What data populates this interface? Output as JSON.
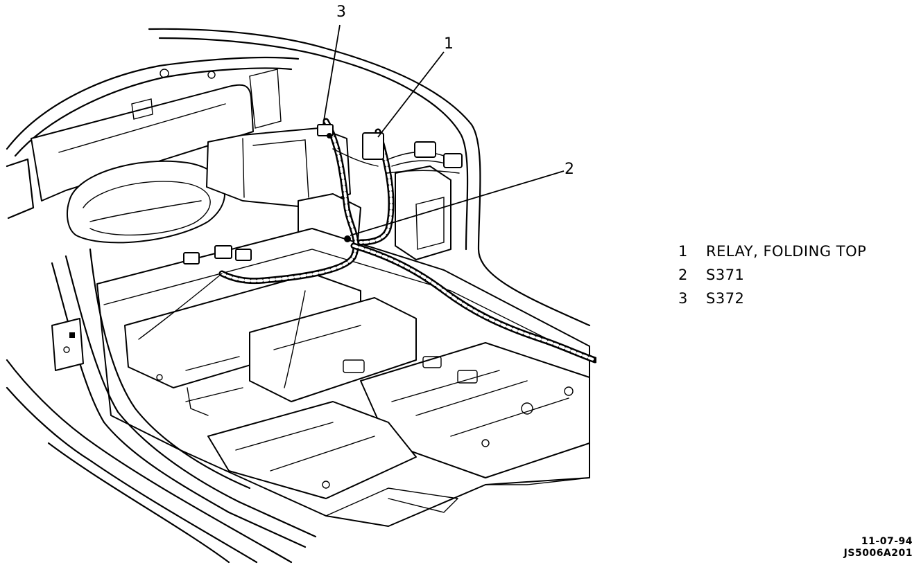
{
  "diagram": {
    "callouts": [
      "3",
      "1",
      "2"
    ],
    "legend": [
      {
        "number": "1",
        "label": "RELAY, FOLDING TOP"
      },
      {
        "number": "2",
        "label": "S371"
      },
      {
        "number": "3",
        "label": "S372"
      }
    ]
  },
  "footer": {
    "date": "11-07-94",
    "figure_id": "JS5006A201"
  }
}
